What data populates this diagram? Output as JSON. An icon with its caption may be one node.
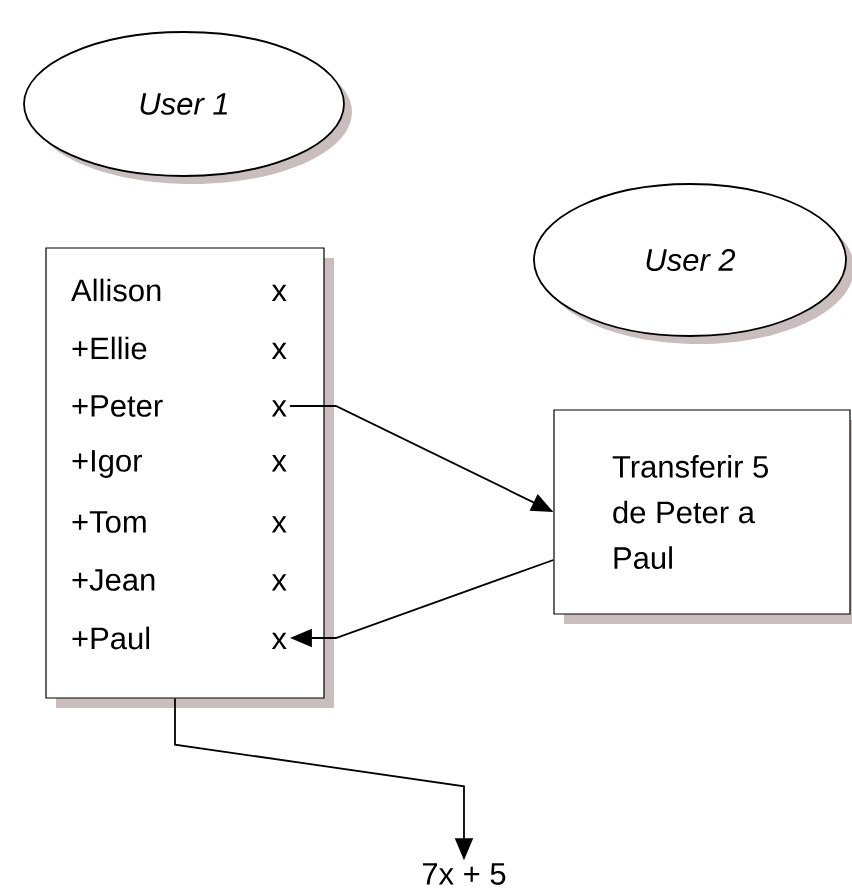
{
  "diagram": {
    "nodes": [
      {
        "text": [
          "User 1"
        ]
      },
      {
        "text": [
          "User 2"
        ]
      },
      {
        "text": [],
        "shape": "box"
      },
      {
        "text": [
          "Allison",
          "x"
        ],
        "in": 2
      },
      {
        "text": [
          "+Ellie",
          "x"
        ],
        "in": 2
      },
      {
        "text": [
          "+Peter",
          "x"
        ],
        "in": 2
      },
      {
        "text": [
          "+Igor",
          "x"
        ],
        "in": 2
      },
      {
        "text": [
          "+Tom",
          "x"
        ],
        "in": 2
      },
      {
        "text": [
          "+Jean",
          "x"
        ],
        "in": 2
      },
      {
        "text": [
          "+Paul",
          "x"
        ],
        "in": 2
      },
      {
        "text": [
          "Transferir 5 de Peter a Paul"
        ]
      },
      {
        "text": [
          "7x + 5"
        ]
      }
    ],
    "edges": [
      {
        "from": 5,
        "to": 10,
        "arrow": "to"
      },
      {
        "from": 10,
        "to": 9,
        "arrow": "to"
      },
      {
        "from": 2,
        "to": 11,
        "arrow": "to"
      }
    ]
  }
}
